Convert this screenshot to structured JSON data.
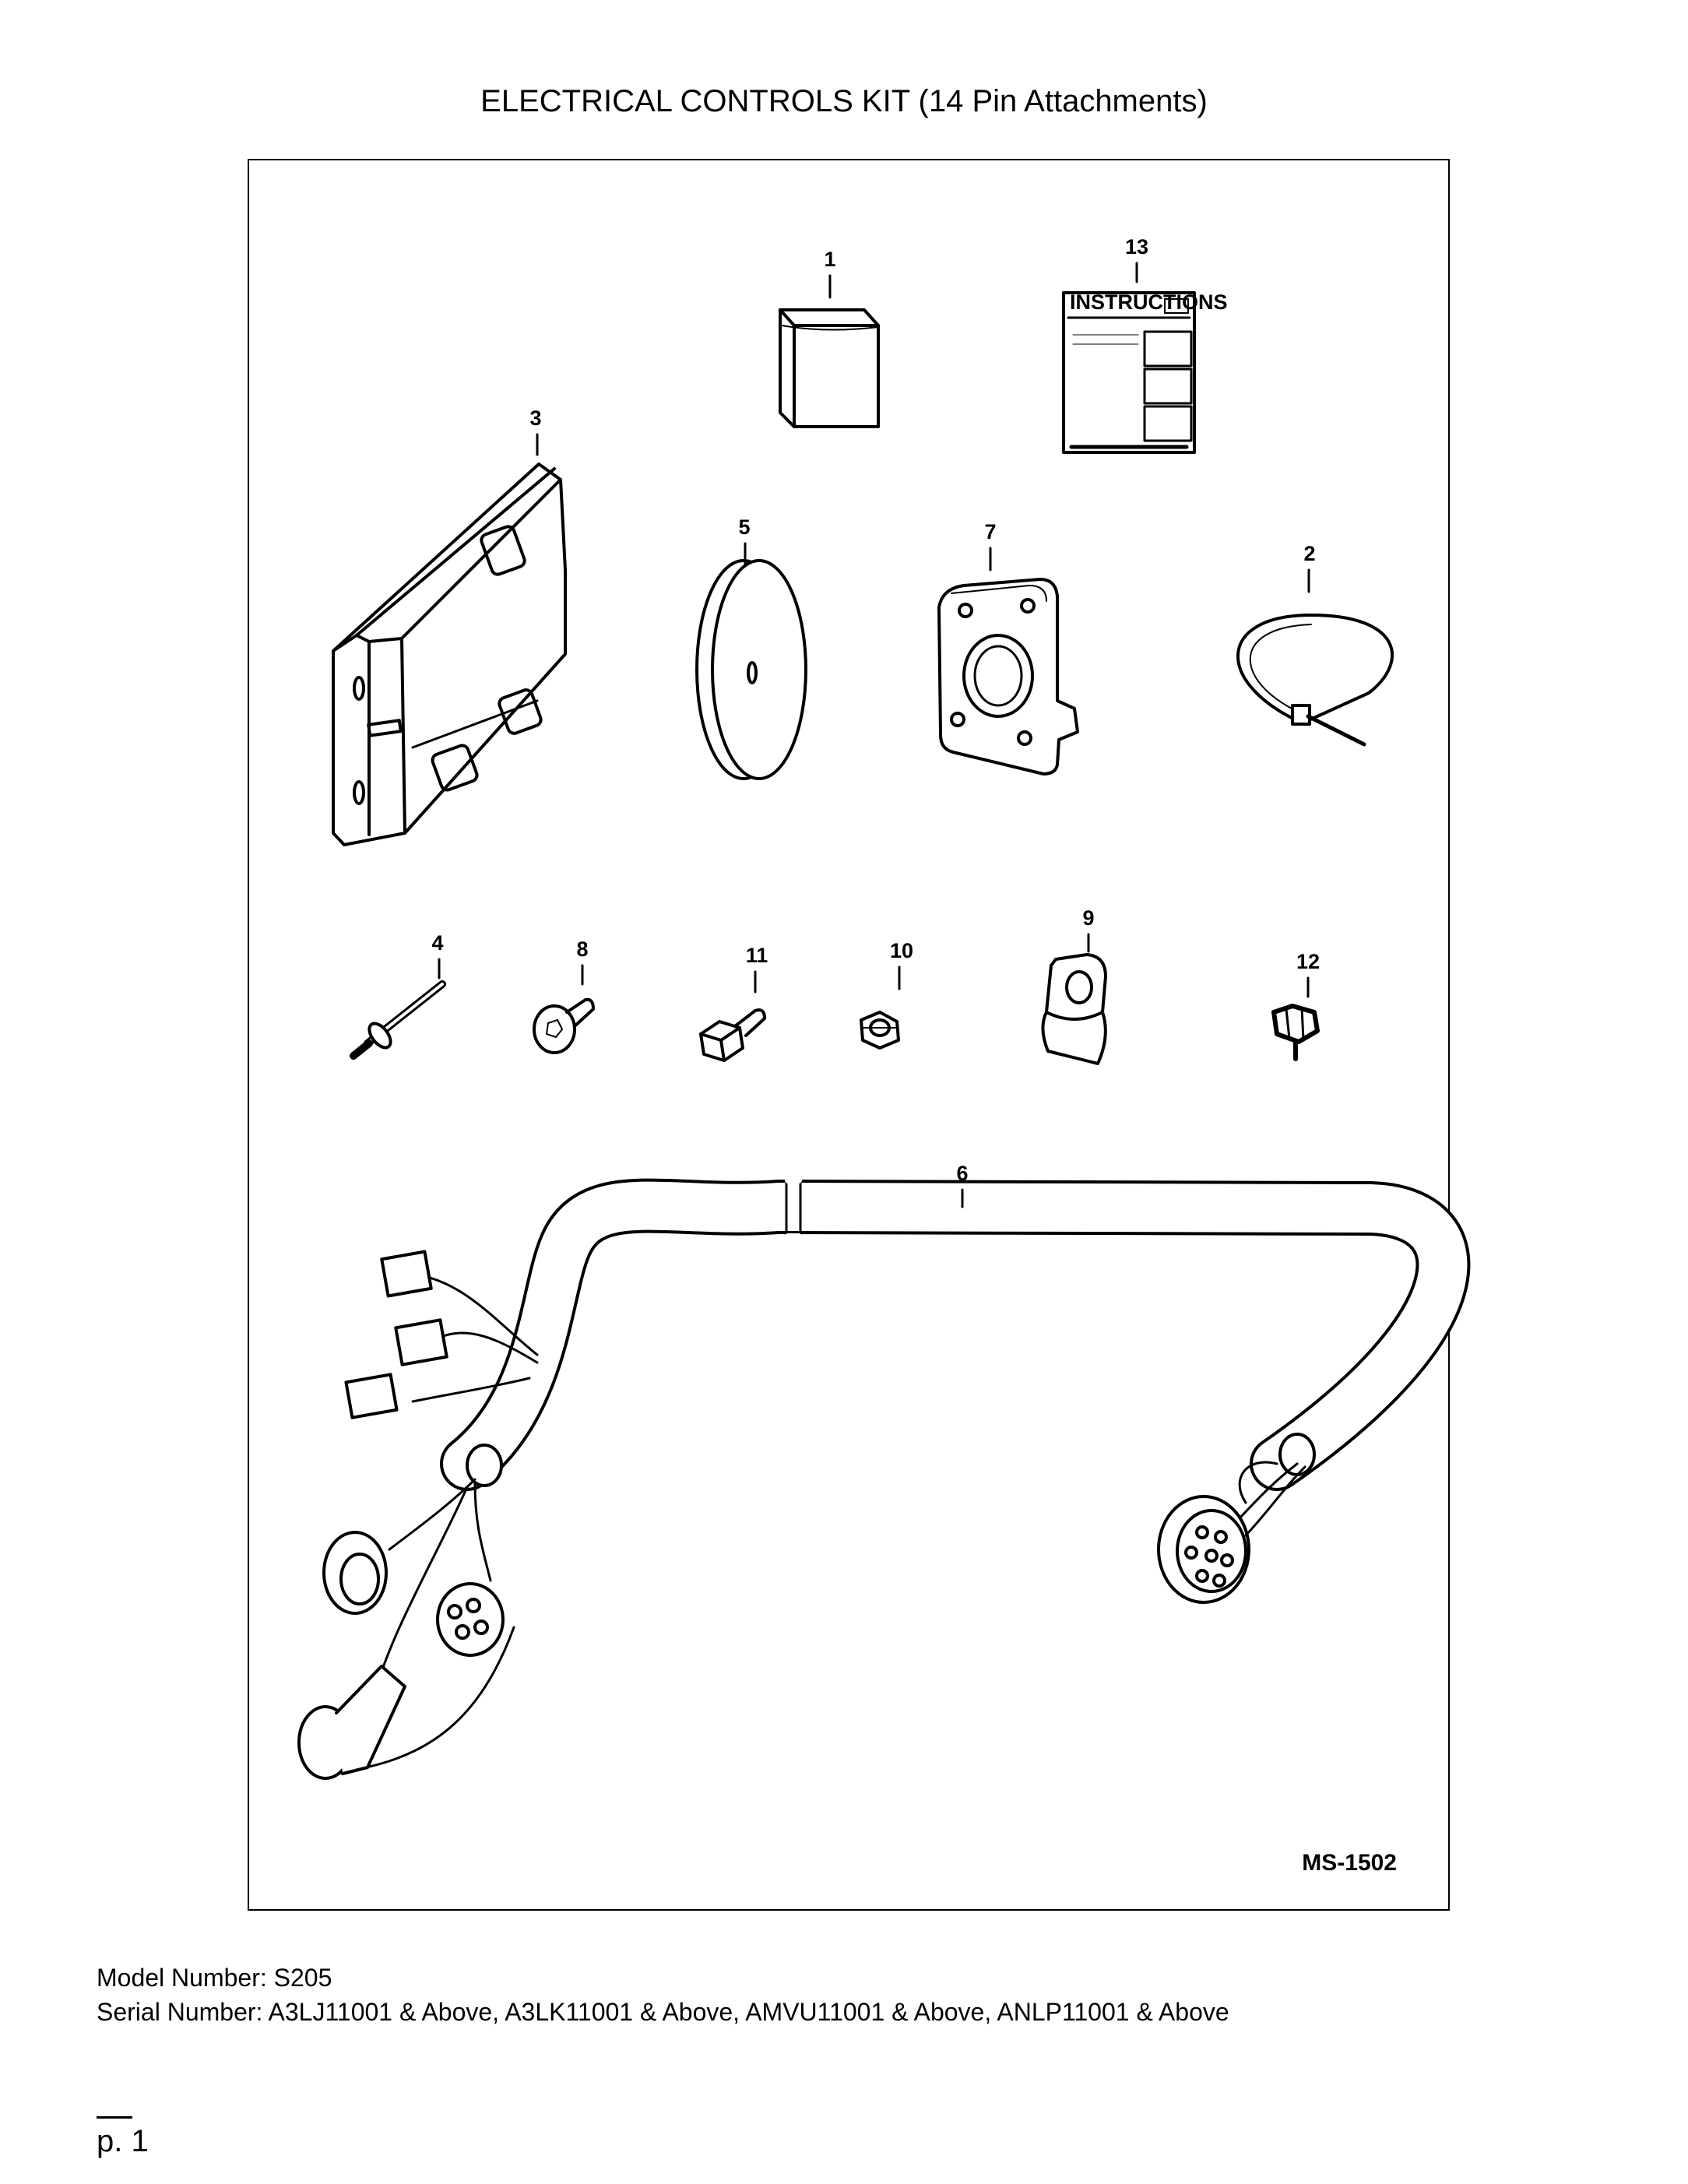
{
  "title": "ELECTRICAL CONTROLS KIT (14 Pin Attachments)",
  "diagram": {
    "code": "MS-1502",
    "instructions_label": "INSTRUCTIONS",
    "callouts": [
      "1",
      "2",
      "3",
      "4",
      "5",
      "6",
      "7",
      "8",
      "9",
      "10",
      "11",
      "12",
      "13"
    ]
  },
  "footer": {
    "model": "Model Number: S205",
    "serial": "Serial Number: A3LJ11001 & Above, A3LK11001 & Above, AMVU11001 & Above, ANLP11001 & Above",
    "page": "p. 1"
  }
}
